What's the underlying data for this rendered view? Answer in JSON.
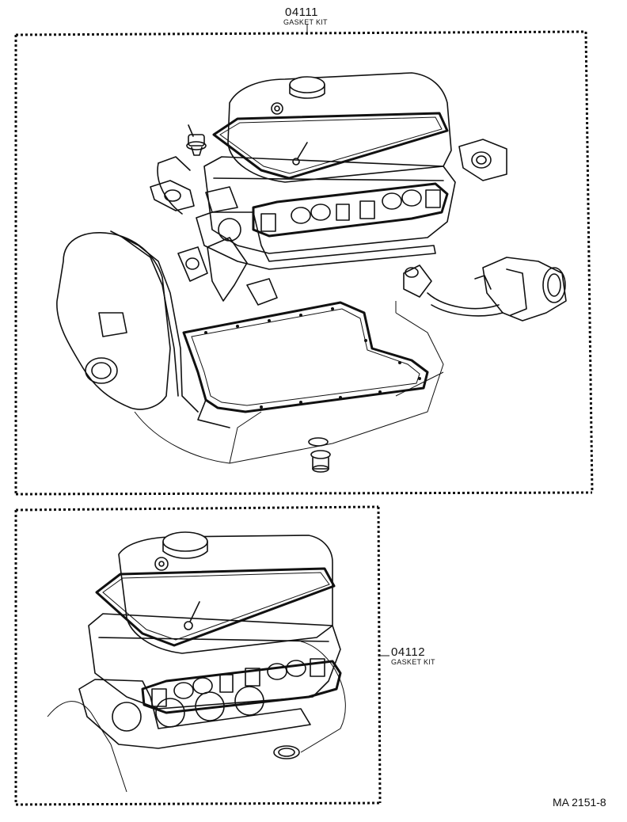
{
  "kits": [
    {
      "part_number": "04111",
      "name": "GASKET KIT"
    },
    {
      "part_number": "04112",
      "name": "GASKET KIT"
    }
  ],
  "reference": "MA 2151-8"
}
